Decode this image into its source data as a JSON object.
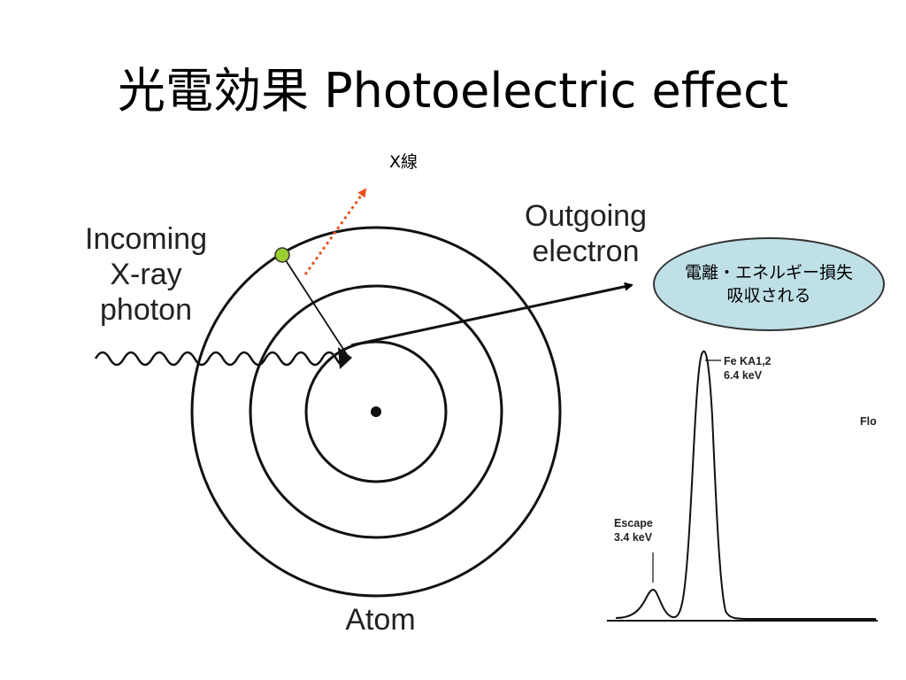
{
  "slide": {
    "title": "光電効果 Photoelectric effect"
  },
  "diagram": {
    "incoming_line1": "Incoming",
    "incoming_line2": "X-ray",
    "incoming_line3": "photon",
    "outgoing_line1": "Outgoing",
    "outgoing_line2": "electron",
    "atom_label": "Atom",
    "xray_label": "X線",
    "ellipse_line1": "電離・エネルギー損失",
    "ellipse_line2": "吸収される",
    "colors": {
      "electron_dot": "#9acd32",
      "xray_arrow": "#e8501e",
      "ellipse_fill": "#bfe0e6"
    }
  },
  "spectrum": {
    "peak_main_line1": "Fe KA1,2",
    "peak_main_line2": "6.4 keV",
    "peak_escape_line1": "Escape",
    "peak_escape_line2": "3.4 keV",
    "cut_label": "Flo"
  }
}
